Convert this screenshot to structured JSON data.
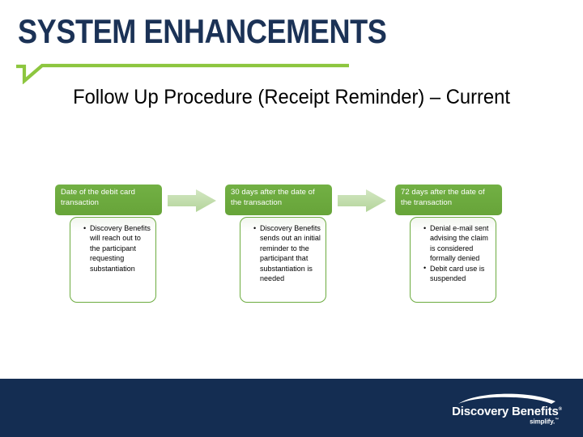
{
  "banner": {
    "title": "SYSTEM ENHANCEMENTS",
    "accent_color": "#8dc63f",
    "title_color": "#1b3256"
  },
  "slide": {
    "title": "Follow Up Procedure (Receipt Reminder) – Current"
  },
  "process": {
    "arrow_color": "#c3dcaa",
    "header_color": "#6cab3f",
    "stages": [
      {
        "header": "Date of the debit card transaction",
        "bullets": [
          "Discovery Benefits will reach out to the participant requesting substantiation"
        ]
      },
      {
        "header": "30 days after the date of the transaction",
        "bullets": [
          "Discovery Benefits sends out an initial reminder to the participant that substantiation is needed"
        ]
      },
      {
        "header": "72 days after the date of the transaction",
        "bullets": [
          "Denial e-mail sent advising the claim is considered formally denied",
          "Debit card use is suspended"
        ]
      }
    ]
  },
  "footer": {
    "background_color": "#142d52",
    "logo_name": "Discovery Benefits",
    "logo_registered": "®",
    "logo_tagline": "simplify.",
    "logo_tm": "™"
  }
}
